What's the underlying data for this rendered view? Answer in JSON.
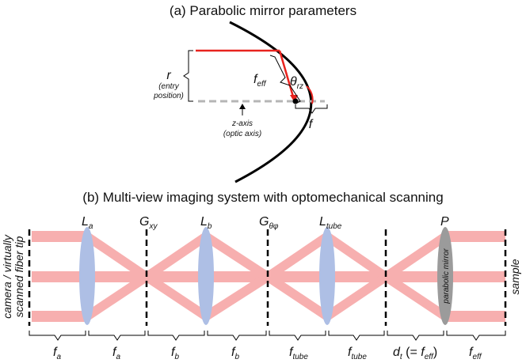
{
  "panel_a": {
    "title": "(a) Parabolic mirror parameters",
    "r_symbol": "r",
    "r_note_line1": "(entry",
    "r_note_line2": "position)",
    "zaxis_line1": "z-axis",
    "zaxis_line2": "(optic axis)",
    "feff_base": "f",
    "feff_sub": "eff",
    "theta_base": "θ",
    "theta_sub": "rz",
    "f_symbol": "f"
  },
  "panel_b": {
    "title": "(b) Multi-view imaging system with optomechanical scanning",
    "left_label_line1": "camera / virtually",
    "left_label_line2": "scanned fiber tip",
    "right_label": "sample",
    "mirror_label": "parabolic mirror",
    "element_labels": [
      {
        "base": "L",
        "sub": "a"
      },
      {
        "base": "G",
        "sub": "xy"
      },
      {
        "base": "L",
        "sub": "b"
      },
      {
        "base": "G",
        "sub": "θφ"
      },
      {
        "base": "L",
        "sub": "tube"
      },
      {
        "base": "P",
        "sub": ""
      }
    ],
    "distances": [
      {
        "base": "f",
        "sub": "a",
        "tail": ""
      },
      {
        "base": "f",
        "sub": "a",
        "tail": ""
      },
      {
        "base": "f",
        "sub": "b",
        "tail": ""
      },
      {
        "base": "f",
        "sub": "b",
        "tail": ""
      },
      {
        "base": "f",
        "sub": "tube",
        "tail": ""
      },
      {
        "base": "f",
        "sub": "tube",
        "tail": ""
      },
      {
        "base": "d",
        "sub": "t",
        "tail": " (= f"
      },
      {
        "base": "f",
        "sub": "eff",
        "tail": ""
      }
    ]
  },
  "colors": {
    "beam": "#f7a7a7",
    "lens": "#aebfe5",
    "mirror": "#999999",
    "ray": "#e8231e",
    "axis": "#b5b5b5"
  }
}
